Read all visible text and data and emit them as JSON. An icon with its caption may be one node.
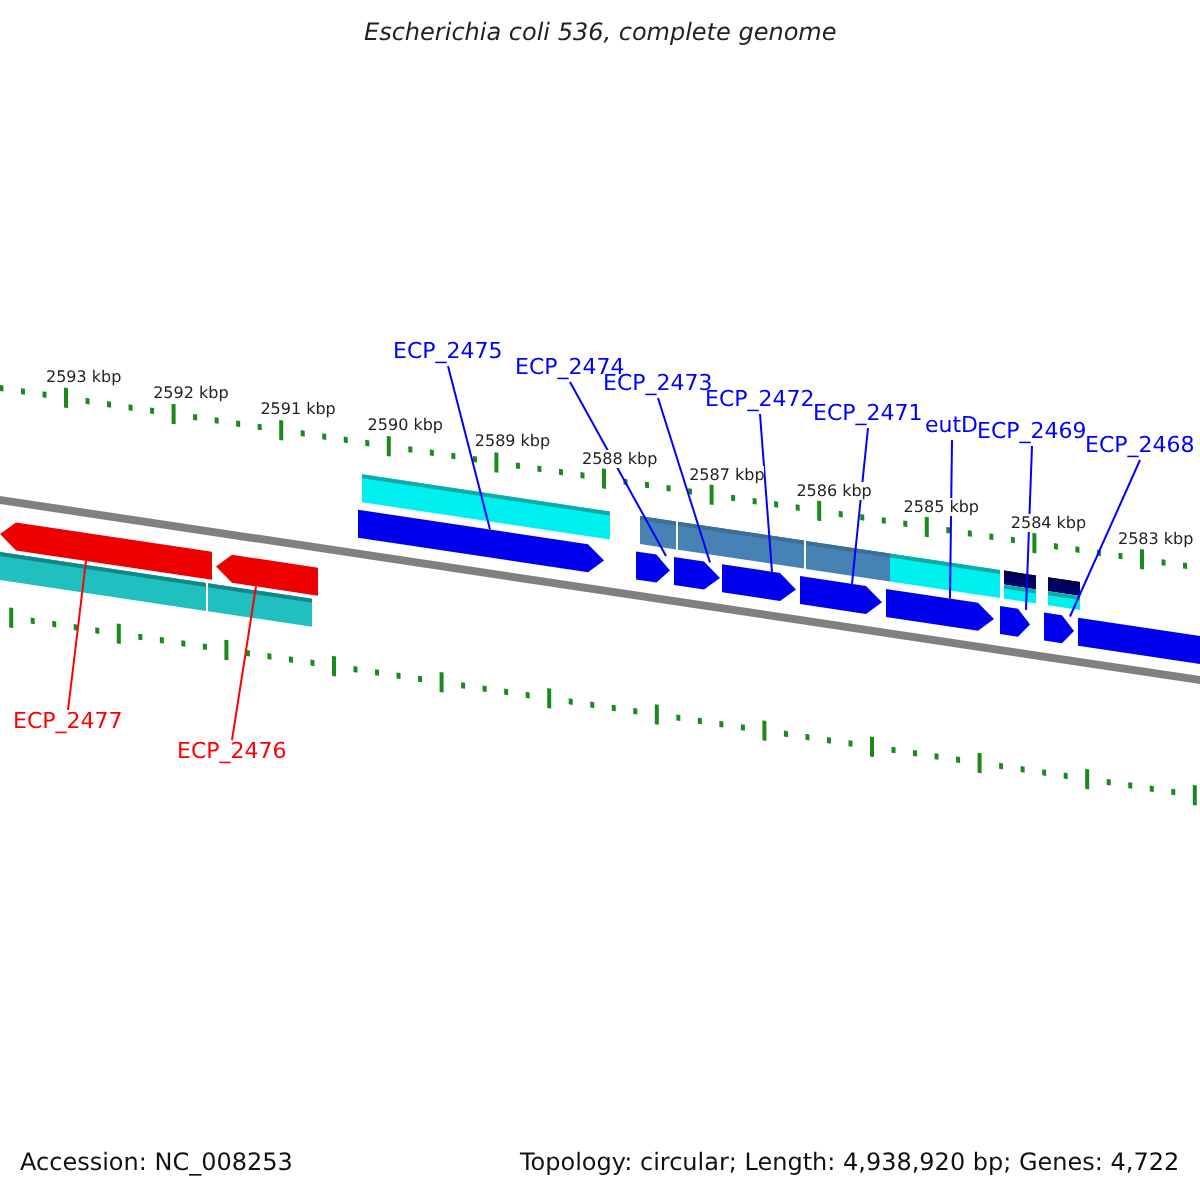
{
  "diagram": {
    "title": "Escherichia coli 536, complete genome",
    "nodes": [
      {
        "text": [
          "ECP_2475"
        ]
      },
      {
        "text": [
          "ECP_2474"
        ]
      },
      {
        "text": [
          "ECP_2473"
        ]
      },
      {
        "text": [
          "ECP_2472"
        ]
      },
      {
        "text": [
          "ECP_2471"
        ]
      },
      {
        "text": [
          "eutD"
        ]
      },
      {
        "text": [
          "ECP_2469"
        ]
      },
      {
        "text": [
          "ECP_2468"
        ]
      },
      {
        "text": [
          "ECP_2477"
        ]
      },
      {
        "text": [
          "ECP_2476"
        ]
      },
      {
        "text": [],
        "shape": "arrow"
      },
      {
        "text": [],
        "shape": "arrow"
      },
      {
        "text": [],
        "shape": "arrow"
      },
      {
        "text": [],
        "shape": "arrow"
      },
      {
        "text": [],
        "shape": "arrow"
      },
      {
        "text": [],
        "shape": "arrow"
      },
      {
        "text": [],
        "shape": "arrow"
      },
      {
        "text": [],
        "shape": "arrow"
      },
      {
        "text": [],
        "shape": "arrow"
      },
      {
        "text": [],
        "shape": "arrow"
      }
    ],
    "edges": [
      {
        "from": 0,
        "to": 12,
        "arrow": "none"
      },
      {
        "from": 1,
        "to": 13,
        "arrow": "none"
      },
      {
        "from": 2,
        "to": 14,
        "arrow": "none"
      },
      {
        "from": 3,
        "to": 15,
        "arrow": "none"
      },
      {
        "from": 4,
        "to": 16,
        "arrow": "none"
      },
      {
        "from": 5,
        "to": 17,
        "arrow": "none"
      },
      {
        "from": 6,
        "to": 18,
        "arrow": "none"
      },
      {
        "from": 7,
        "to": 19,
        "arrow": "none"
      },
      {
        "from": 8,
        "to": 10,
        "arrow": "none",
        "color": "#ff0000"
      },
      {
        "from": 9,
        "to": 11,
        "arrow": "none",
        "color": "#ff0000"
      }
    ],
    "labels": [
      "2593 kbp",
      "2592 kbp",
      "2591 kbp",
      "2590 kbp",
      "2589 kbp",
      "2588 kbp",
      "2587 kbp",
      "2586 kbp",
      "2585 kbp",
      "2584 kbp",
      "2583 kbp",
      "Accession: NC_008253",
      "Topology: circular; Length: 4,938,920 bp; Genes: 4,722"
    ]
  }
}
